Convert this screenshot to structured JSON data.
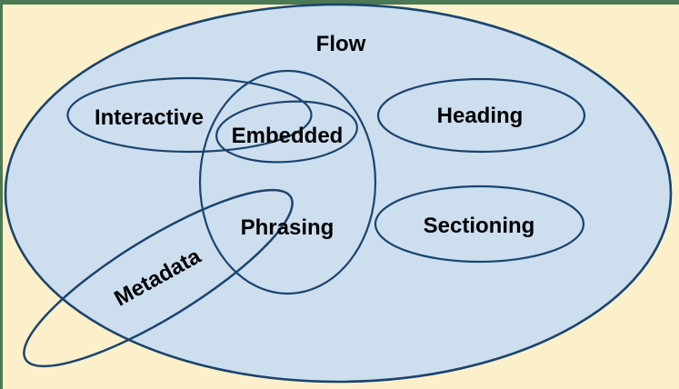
{
  "diagram": {
    "type": "venn",
    "description": "Venn diagram of HTML content categories inside a Flow ellipse",
    "labels": {
      "flow": "Flow",
      "interactive": "Interactive",
      "embedded": "Embedded",
      "heading": "Heading",
      "phrasing": "Phrasing",
      "sectioning": "Sectioning",
      "metadata": "Metadata"
    },
    "colors": {
      "page_background": "#FCF0CB",
      "frame_border": "#4C7853",
      "flow_fill": "#CDDEEF",
      "ellipse_stroke": "#1A446E",
      "label_text": "#000000"
    }
  }
}
